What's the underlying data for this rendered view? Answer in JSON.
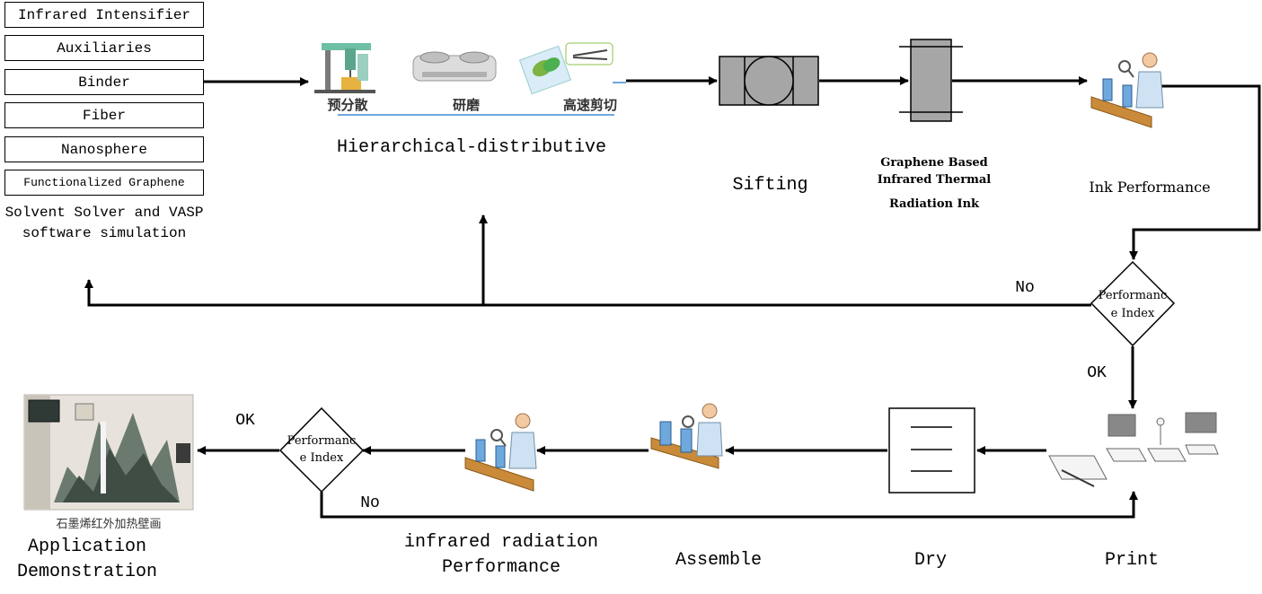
{
  "inputs": {
    "items": [
      "Infrared Intensifier",
      "Auxiliaries",
      "Binder",
      "Fiber",
      "Nanosphere",
      "Functionalized Graphene"
    ],
    "caption_line1": "Solvent Solver and VASP",
    "caption_line2": "software simulation"
  },
  "dispersion": {
    "steps": [
      "预分散",
      "研磨",
      "高速剪切"
    ],
    "label": "Hierarchical-distributive"
  },
  "sifting": {
    "label": "Sifting"
  },
  "ink": {
    "line1": "Graphene Based",
    "line2": "Infrared Thermal",
    "line3": "Radiation Ink"
  },
  "ink_performance": {
    "label": "Ink Performance"
  },
  "decision1": {
    "line1": "Performanc",
    "line2": "e Index",
    "no": "No",
    "ok": "OK"
  },
  "print": {
    "label": "Print"
  },
  "dry": {
    "label": "Dry"
  },
  "assemble": {
    "label": "Assemble"
  },
  "ir_performance": {
    "line1": "infrared radiation",
    "line2": "Performance"
  },
  "decision2": {
    "line1": "Performanc",
    "line2": "e Index",
    "ok": "OK",
    "no": "No"
  },
  "application": {
    "caption": "石墨烯红外加热壁画",
    "line1": "Application",
    "line2": "Demonstration"
  },
  "colors": {
    "line": "#000000",
    "grey": "#a6a6a6",
    "belt": "#c98a3a",
    "blue": "#6fa8dc"
  }
}
